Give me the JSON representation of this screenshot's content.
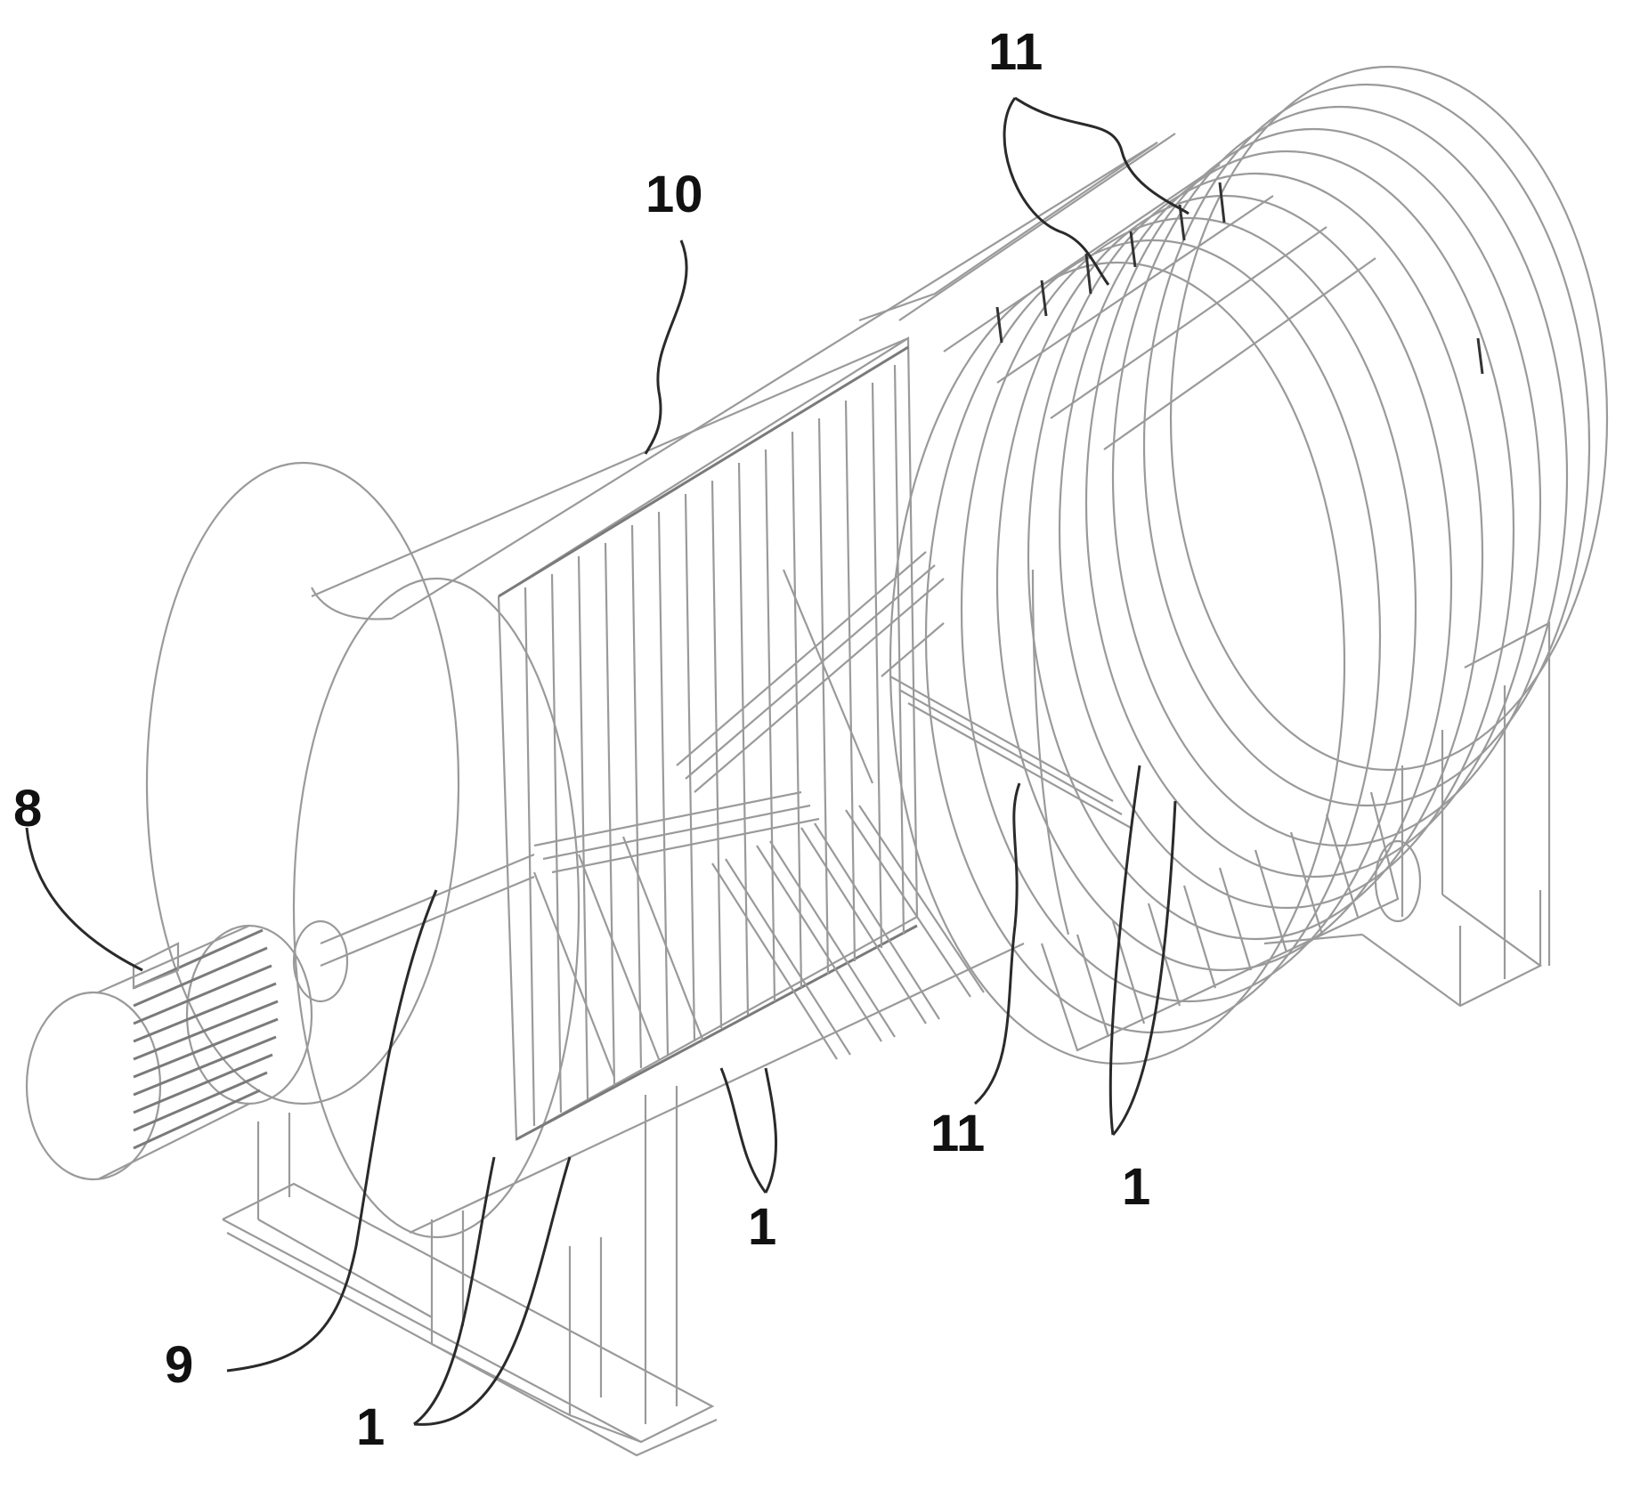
{
  "labels": {
    "l8": "8",
    "l9": "9",
    "l10": "10",
    "l11_top": "11",
    "l11_mid": "11",
    "l1_left": "1",
    "l1_center": "1",
    "l1_right": "1"
  },
  "colors": {
    "line": "#9a9a9a",
    "leader": "#2a2a2a",
    "label": "#111111",
    "background": "#ffffff"
  }
}
